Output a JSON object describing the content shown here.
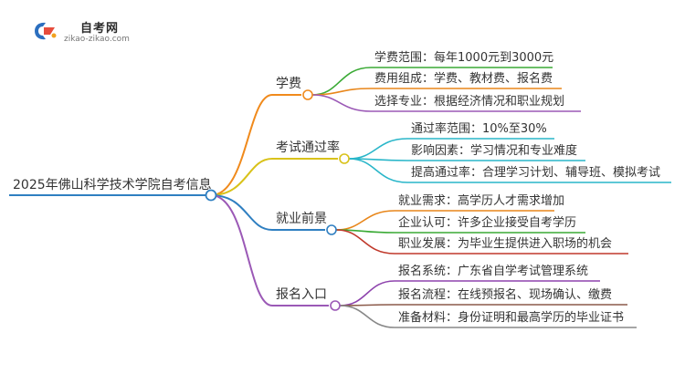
{
  "logo": {
    "name": "自考网",
    "url": "zikao-zikao.com"
  },
  "root": {
    "label": "2025年佛山科学技术学院自考信息"
  },
  "branches": [
    {
      "label": "学费",
      "color": "#f08a1c",
      "children": [
        {
          "label": "学费范围：每年1000元到3000元",
          "color": "#3aaa35"
        },
        {
          "label": "费用组成：学费、教材费、报名费",
          "color": "#e8861a"
        },
        {
          "label": "选择专业：根据经济情况和职业规划",
          "color": "#9b59b6"
        }
      ]
    },
    {
      "label": "考试通过率",
      "color": "#d9c21a",
      "children": [
        {
          "label": "通过率范围：10%至30%",
          "color": "#29b6c9"
        },
        {
          "label": "影响因素：学习情况和专业难度",
          "color": "#29b6c9"
        },
        {
          "label": "提高通过率：合理学习计划、辅导班、模拟考试",
          "color": "#29b6c9"
        }
      ]
    },
    {
      "label": "就业前景",
      "color": "#2f7fc1",
      "children": [
        {
          "label": "就业需求：高学历人才需求增加",
          "color": "#e8861a"
        },
        {
          "label": "企业认可：许多企业接受自考学历",
          "color": "#3aaa35"
        },
        {
          "label": "职业发展：为毕业生提供进入职场的机会",
          "color": "#c0392b"
        }
      ]
    },
    {
      "label": "报名入口",
      "color": "#9b59b6",
      "children": [
        {
          "label": "报名系统：广东省自学考试管理系统",
          "color": "#8e44ad"
        },
        {
          "label": "报名流程：在线预报名、现场确认、缴费",
          "color": "#8b5a4a"
        },
        {
          "label": "准备材料：身份证明和最高学历的毕业证书",
          "color": "#888888"
        }
      ]
    }
  ]
}
